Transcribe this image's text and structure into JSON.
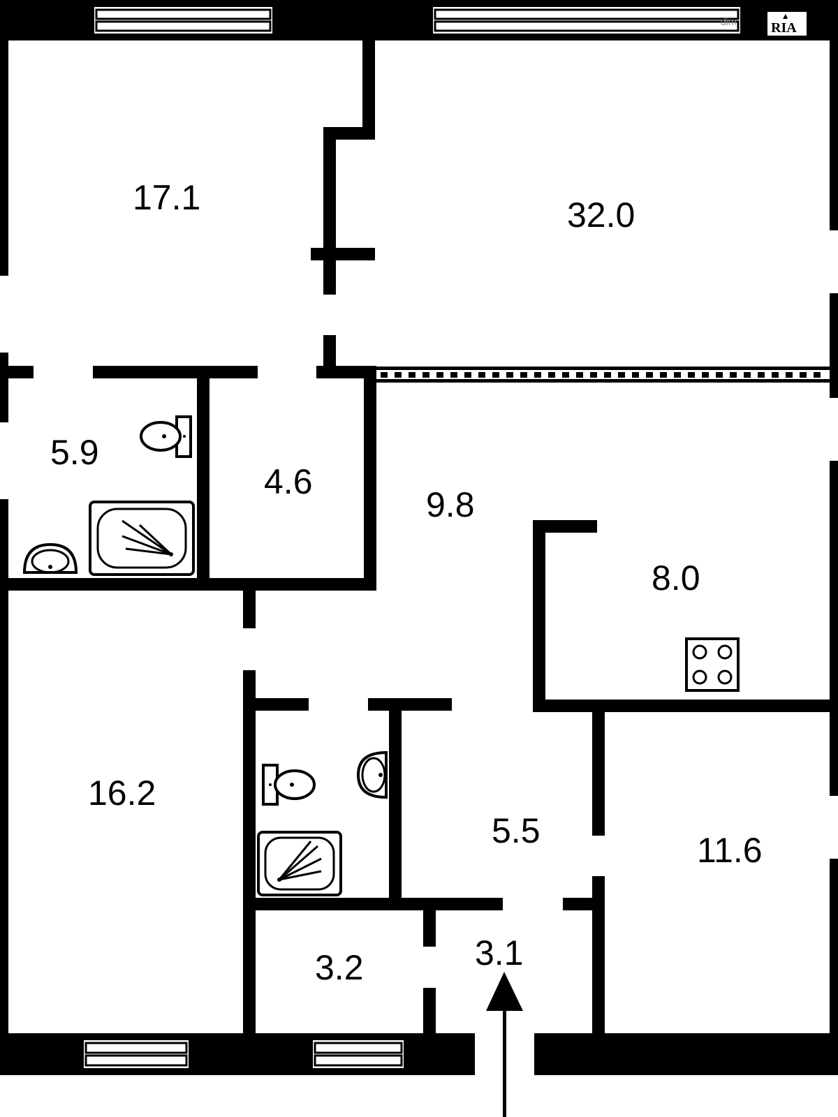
{
  "plan": {
    "rooms": [
      {
        "id": "room-top-left",
        "area": "17.1"
      },
      {
        "id": "room-top-right",
        "area": "32.0"
      },
      {
        "id": "bathroom-upper",
        "area": "5.9"
      },
      {
        "id": "storage-upper",
        "area": "4.6"
      },
      {
        "id": "hallway-central",
        "area": "9.8"
      },
      {
        "id": "kitchen",
        "area": "8.0"
      },
      {
        "id": "room-bottom-left",
        "area": "16.2"
      },
      {
        "id": "corridor-lower",
        "area": "5.5"
      },
      {
        "id": "room-bottom-right",
        "area": "11.6"
      },
      {
        "id": "storage-lower",
        "area": "3.2"
      },
      {
        "id": "entrance",
        "area": "3.1"
      }
    ]
  },
  "watermark": {
    "logo_text": "RIA",
    "small_text": "dim"
  },
  "colors": {
    "wall": "#000000",
    "background": "#ffffff"
  }
}
